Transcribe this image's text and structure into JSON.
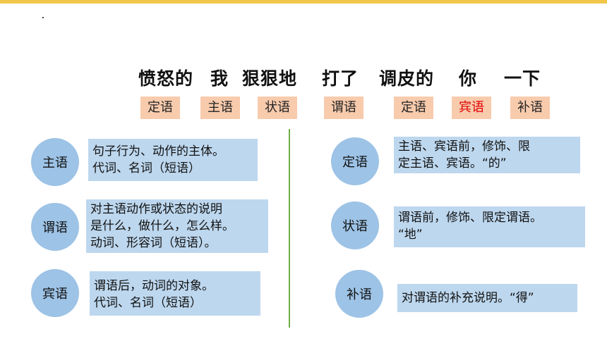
{
  "sentence": {
    "words": [
      "愤怒的",
      "我",
      "狠狠地",
      "打了",
      "调皮的",
      "你",
      "一下"
    ],
    "tags": [
      "定语",
      "主语",
      "状语",
      "谓语",
      "定语",
      "宾语",
      "补语"
    ],
    "highlight_tag_color": "#e00000"
  },
  "definitions": {
    "left": [
      {
        "term": "主语",
        "lines": [
          "句子行为、动作的主体。",
          "代词、名词（短语）"
        ]
      },
      {
        "term": "谓语",
        "lines": [
          "对主语动作或状态的说明",
          "是什么，做什么，怎么样。",
          "动词、形容词（短语）。"
        ]
      },
      {
        "term": "宾语",
        "lines": [
          "谓语后，动词的对象。",
          "代词、名词（短语）"
        ]
      }
    ],
    "right": [
      {
        "term": "定语",
        "lines": [
          "主语、宾语前，修饰、限",
          "定主语、宾语。“的”"
        ]
      },
      {
        "term": "状语",
        "lines": [
          "谓语前，修饰、限定谓语。",
          " “地”"
        ]
      },
      {
        "term": "补语",
        "lines": [
          "对谓语的补充说明。“得”"
        ]
      }
    ]
  },
  "colors": {
    "tag_bg": "#f8cbad",
    "circle_bg": "#9dc3e6",
    "box_bg": "#bdd7ee",
    "divider": "#70ad47",
    "top_bar": "#f2c64a"
  }
}
